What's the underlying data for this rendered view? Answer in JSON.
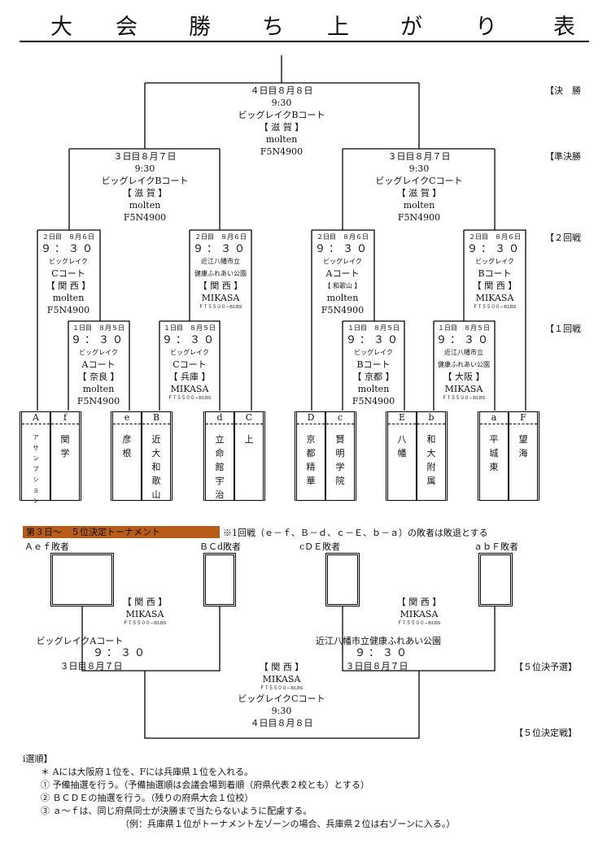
{
  "title_chars": [
    "大",
    "会",
    "勝",
    "ち",
    "上",
    "が",
    "り",
    "表"
  ],
  "rounds": {
    "final": "【決　勝",
    "semi": "【準決勝",
    "r2": "【２回戦",
    "r1": "【１回戦"
  },
  "final": {
    "day": "４日目８月８日",
    "time": "9:30",
    "venue": "ビッグレイクBコート",
    "host": "【 滋 賀 】",
    "ball": "molten",
    "model": "F5N4900"
  },
  "semi_left": {
    "day": "３日目８月７日",
    "time": "9:30",
    "venue": "ビッグレイクBコート",
    "host": "【 滋 賀 】",
    "ball": "molten",
    "model": "F5N4900"
  },
  "semi_right": {
    "day": "３日目８月７日",
    "time": "9:30",
    "venue": "ビッグレイクCコート",
    "host": "【 滋 賀 】",
    "ball": "molten",
    "model": "F5N4900"
  },
  "r2": [
    {
      "day": "２日目　８月６日",
      "time": "９：３０",
      "v1": "ビッグレイク",
      "v2": "Cコート",
      "host": "【 関 西 】",
      "ball": "molten",
      "model": "F5N4900"
    },
    {
      "day": "２日目　８月６日",
      "time": "９：３０",
      "v1": "近江八幡市立",
      "v2": "健康ふれあい公園",
      "host": "【 関 西 】",
      "ball": "MIKASA",
      "model": "ＦＴ５５００−BLBS"
    },
    {
      "day": "２日目　８月６日",
      "time": "９：３０",
      "v1": "ビッグレイク",
      "v2": "Aコート",
      "host": "【 和歌山 】",
      "ball": "molten",
      "model": "F5N4900"
    },
    {
      "day": "２日目　８月６日",
      "time": "９：３０",
      "v1": "ビッグレイク",
      "v2": "Bコート",
      "host": "【 関 西 】",
      "ball": "MIKASA",
      "model": "ＦＴ５５００−BLBS"
    }
  ],
  "r1": [
    {
      "day": "１日目　８月５日",
      "time": "９：３０",
      "v1": "ビッグレイク",
      "v2": "Aコート",
      "host": "【 奈良 】",
      "ball": "molten",
      "model": "F5N4900"
    },
    {
      "day": "１日目　８月５日",
      "time": "９：３０",
      "v1": "ビッグレイク",
      "v2": "Cコート",
      "host": "【 兵庫 】",
      "ball": "MIKASA",
      "model": "ＦＴ５５００−BLBS"
    },
    {
      "day": "１日目　８月５日",
      "time": "９：３０",
      "v1": "ビッグレイク",
      "v2": "Bコート",
      "host": "【 京都 】",
      "ball": "molten",
      "model": "F5N4900"
    },
    {
      "day": "１日目　８月５日",
      "time": "９：３０",
      "v1": "近江八幡市立",
      "v2": "健康ふれあい公園",
      "host": "【 大阪 】",
      "ball": "MIKASA",
      "model": "ＦＴ５５００−BLBS"
    }
  ],
  "teams": [
    {
      "label": "A",
      "name": "ア\nサ\nン\nプ\nシ\nョ\nン",
      "small": true
    },
    {
      "label": "f",
      "name": "関\n学"
    },
    {
      "label": "e",
      "name": "彦\n根"
    },
    {
      "label": "B",
      "name": "近\n大\n和\n歌\n山"
    },
    {
      "label": "d",
      "name": "立\n命\n館\n宇\n治"
    },
    {
      "label": "C",
      "name": "上"
    },
    {
      "label": "D",
      "name": "京\n都\n精\n華"
    },
    {
      "label": "c",
      "name": "賢\n明\n学\n院"
    },
    {
      "label": "E",
      "name": "八\n幡"
    },
    {
      "label": "b",
      "name": "和\n大\n附\n属"
    },
    {
      "label": "a",
      "name": "平\n城\n東"
    },
    {
      "label": "F",
      "name": "望\n海"
    }
  ],
  "fifth": {
    "banner": "第３日〜　５位決定トーナメント",
    "note": "※1回戦（ｅ－ｆ、Ｂ－ｄ、ｃ－Ｅ、ｂ－ａ）の敗者は敗退とする",
    "losers": [
      "Ａｅｆ敗者",
      "ＢＣd敗者",
      "cＤＥ敗者",
      "ａｂＦ敗者"
    ],
    "left": {
      "host": "【 関 西 】",
      "ball": "MIKASA",
      "model": "ＦＴ５５００−BLBS",
      "venue": "ビッグレイクAコート",
      "time": "９：３０",
      "day": "３日目８月７日"
    },
    "right": {
      "host": "【 関 西 】",
      "ball": "MIKASA",
      "model": "ＦＴ５５００−BLBS",
      "venue": "近江八幡市立健康ふれあい公園",
      "time": "９：３０",
      "day": "３日目８月７日"
    },
    "final": {
      "host": "【 関 西 】",
      "ball": "MIKASA",
      "model": "ＦＴ５５００−BLBS",
      "venue": "ビッグレイクCコート",
      "time": "9:30",
      "day": "４日目８月８日"
    },
    "r_pre": "【５位決予選】",
    "r_final": "【５位決定戦】"
  },
  "notes": {
    "heading": "i選順】",
    "lines": [
      "＊ Aには大阪府１位を、Fには兵庫県１位を入れる。",
      "① 予備抽選を行う。（予備抽選順は会議会場到着順（府県代表２校とも）とする）",
      "② ＢＣＤＥの抽選を行う。（残りの府県大会１位校）",
      "③ ａ～ｆは、同じ府県同士が決勝まで当たらないように配慮する。",
      "（例：兵庫県１位がトーナメント左ゾーンの場合、兵庫県２位は右ゾーンに入る。）"
    ]
  }
}
